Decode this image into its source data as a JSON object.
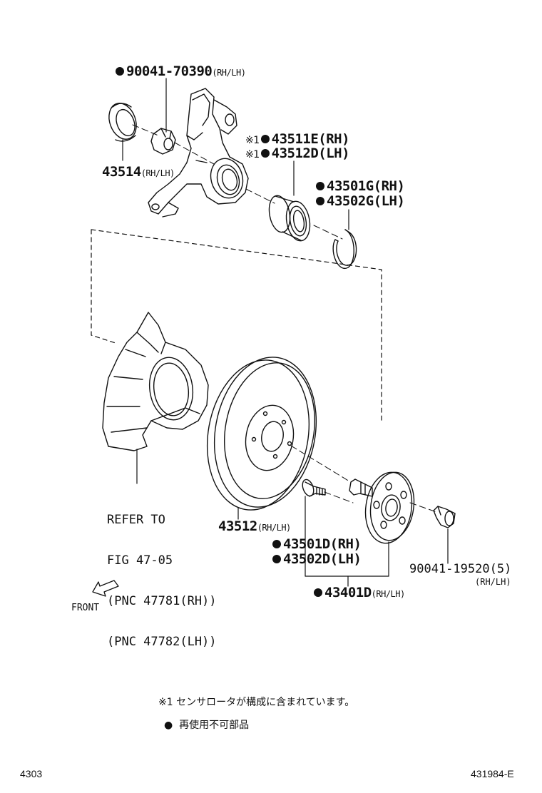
{
  "diagram": {
    "parts": [
      {
        "id": "p1",
        "marker": "●",
        "number": "90041-70390",
        "suffix": "(RH/LH)"
      },
      {
        "id": "p2",
        "marker": "",
        "number": "43514",
        "suffix": "(RH/LH)"
      },
      {
        "id": "p3",
        "marker": "※1 ●",
        "number": "43511E(RH)",
        "suffix": ""
      },
      {
        "id": "p4",
        "marker": "※1 ●",
        "number": "43512D(LH)",
        "suffix": ""
      },
      {
        "id": "p5",
        "marker": "●",
        "number": "43501G(RH)",
        "suffix": ""
      },
      {
        "id": "p6",
        "marker": "●",
        "number": "43502G(LH)",
        "suffix": ""
      },
      {
        "id": "p7",
        "marker": "",
        "number": "43512",
        "suffix": "(RH/LH)"
      },
      {
        "id": "p8",
        "marker": "●",
        "number": "43501D(RH)",
        "suffix": ""
      },
      {
        "id": "p9",
        "marker": "●",
        "number": "43502D(LH)",
        "suffix": ""
      },
      {
        "id": "p10",
        "marker": "",
        "number": "90041-19520(5)",
        "suffix": "(RH/LH)"
      },
      {
        "id": "p11",
        "marker": "●",
        "number": "43401D",
        "suffix": "(RH/LH)"
      }
    ],
    "reference": {
      "line1": "REFER TO",
      "line2": "FIG 47-05",
      "line3": "(PNC 47781(RH))",
      "line4": "(PNC 47782(LH))"
    },
    "front_label": "FRONT",
    "notes": {
      "note1_mark": "※1",
      "note1_text": "センサロータが構成に含まれています。",
      "note2_mark": "●",
      "note2_text": "再使用不可部品"
    },
    "footer": {
      "left": "4303",
      "right": "431984-E"
    }
  }
}
